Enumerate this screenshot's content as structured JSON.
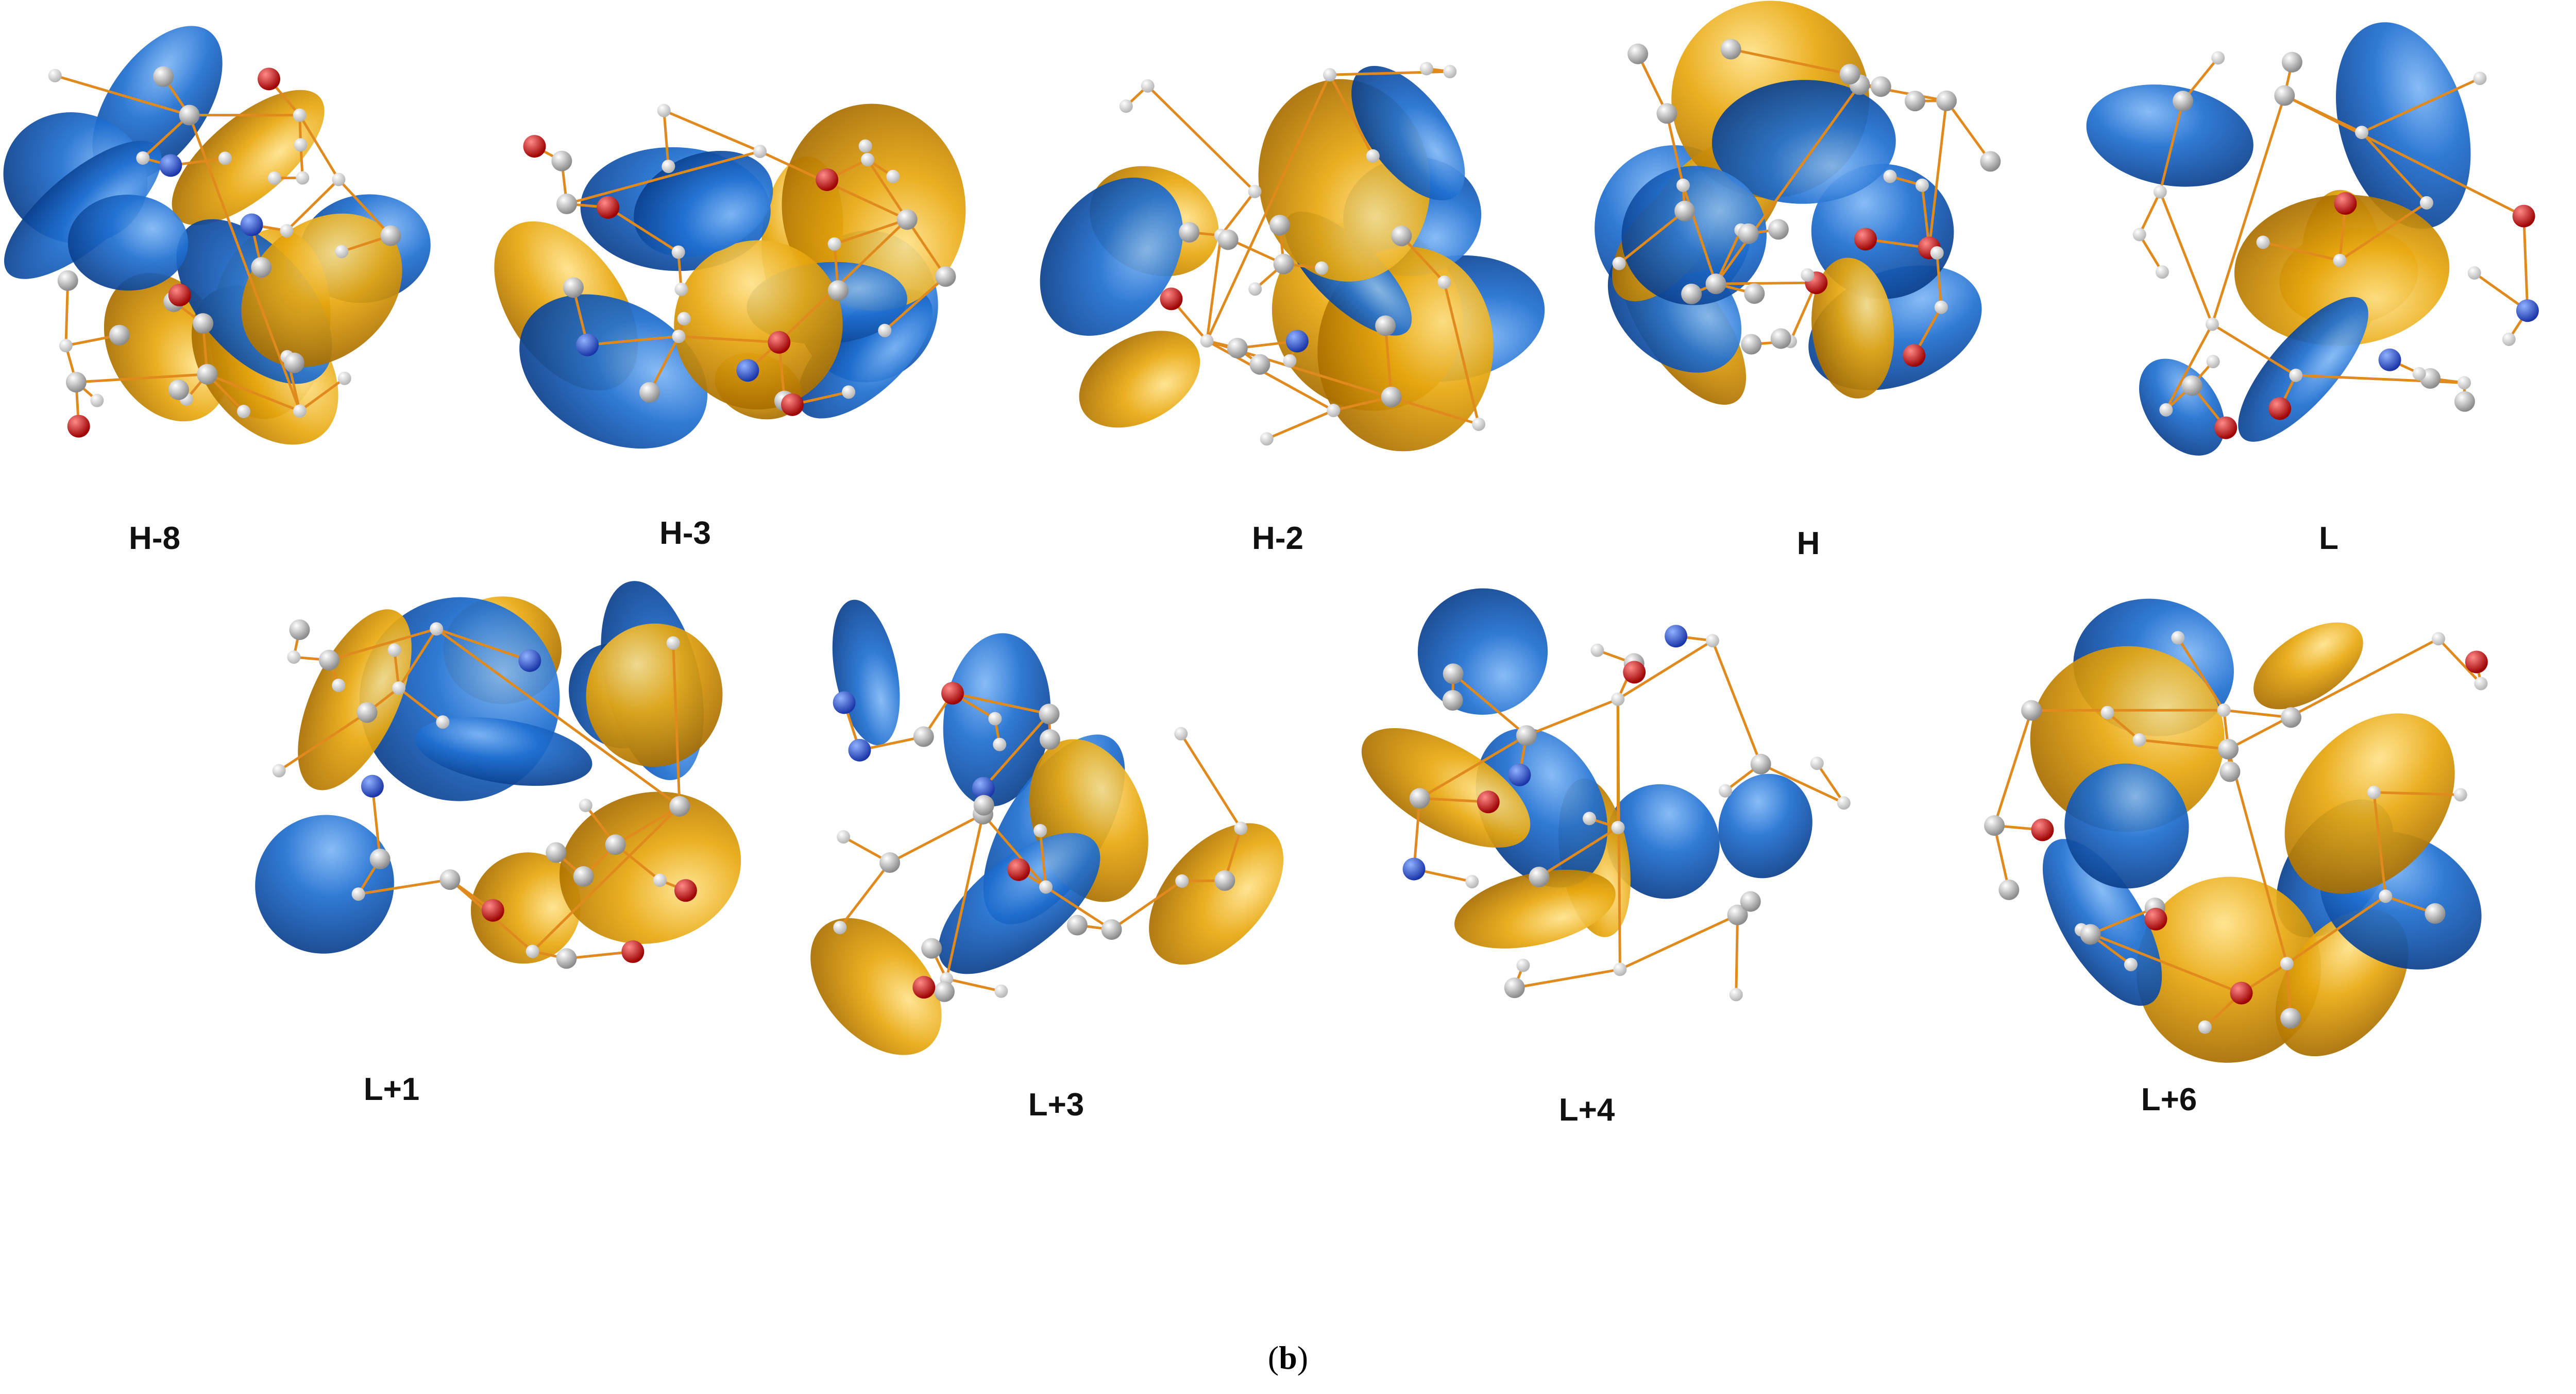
{
  "figure": {
    "panel_letter": "b",
    "caption_open": "(",
    "caption_close": ")"
  },
  "legend_colors": {
    "positive_lobe": "#1f6fd1",
    "negative_lobe": "#e8a80f",
    "bond": "#e08a1e",
    "carbon_atom": "#bdbdbd",
    "hydrogen_atom": "#f2f2f2",
    "oxygen_atom": "#d01010",
    "nitrogen_atom": "#2a4fd8",
    "metal_atom": "#6060e0"
  },
  "orbitals": [
    {
      "id": "h-8",
      "label": "H-8"
    },
    {
      "id": "h-3",
      "label": "H-3"
    },
    {
      "id": "h-2",
      "label": "H-2"
    },
    {
      "id": "h",
      "label": "H"
    },
    {
      "id": "l",
      "label": "L"
    },
    {
      "id": "l+1",
      "label": "L+1"
    },
    {
      "id": "l+3",
      "label": "L+3"
    },
    {
      "id": "l+4",
      "label": "L+4"
    },
    {
      "id": "l+6",
      "label": "L+6"
    }
  ]
}
